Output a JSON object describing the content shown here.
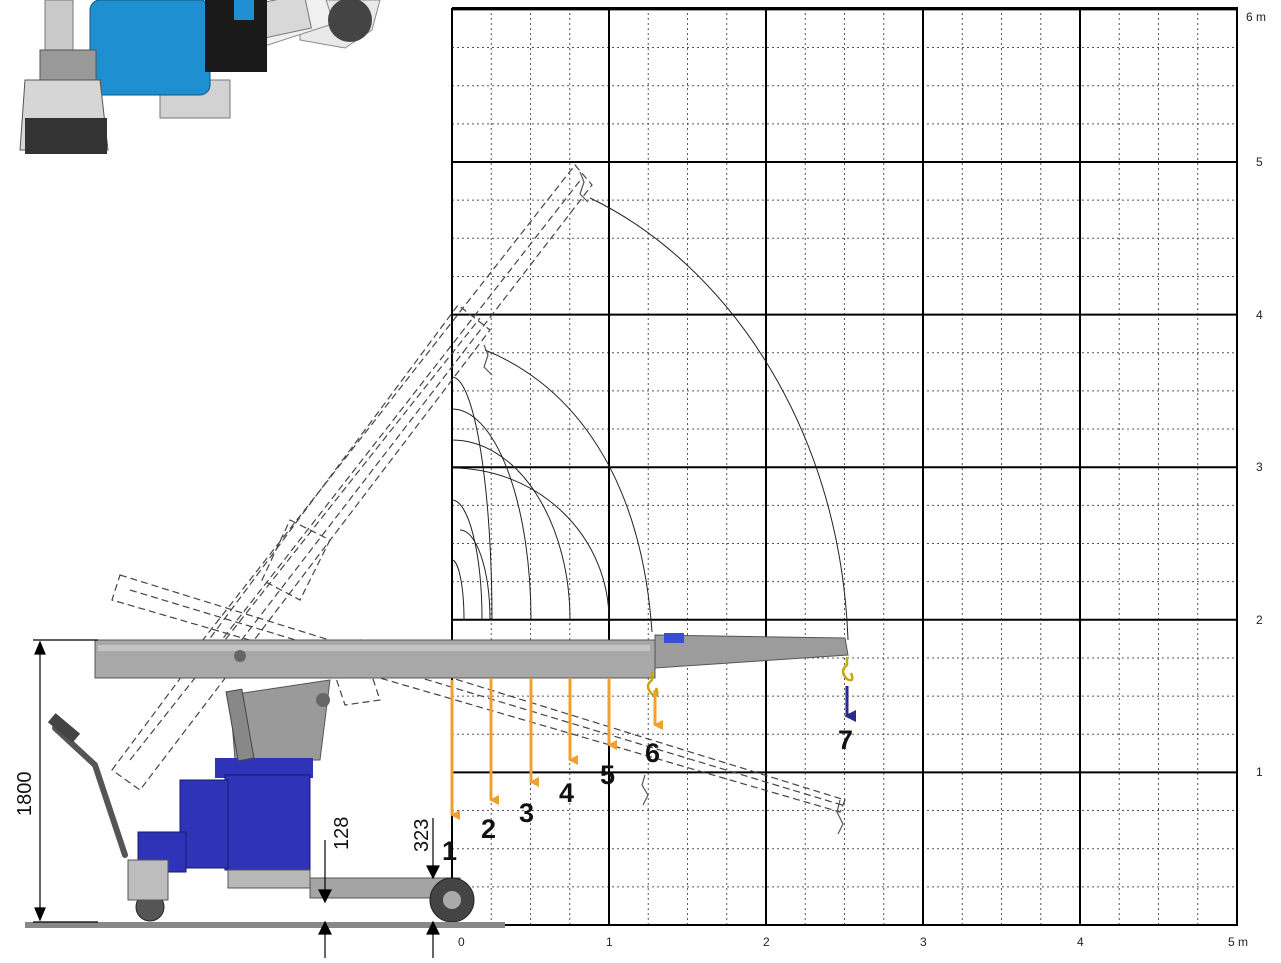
{
  "diagram": {
    "x_ticks": [
      "0",
      "1",
      "2",
      "3",
      "4",
      "5 m"
    ],
    "y_ticks": [
      "1",
      "2",
      "3",
      "4",
      "5",
      "6 m"
    ],
    "dimensions": {
      "total_height": "1800",
      "outrigger_clearance": "128",
      "wheel_offset": "323"
    },
    "positions": [
      "1",
      "2",
      "3",
      "4",
      "5",
      "6",
      "7"
    ],
    "colors": {
      "grid_major": "#000000",
      "grid_minor": "#555555",
      "load_arrow": "#f0a030",
      "final_arrow": "#2a2a8a",
      "machine_blue": "#2f33b8",
      "boom_gray": "#a6a6a6",
      "photo_blue": "#1e8fd0"
    },
    "icons": {
      "product_photo": "crane-product-photo",
      "machine": "glass-handling-crane-side-view"
    }
  }
}
